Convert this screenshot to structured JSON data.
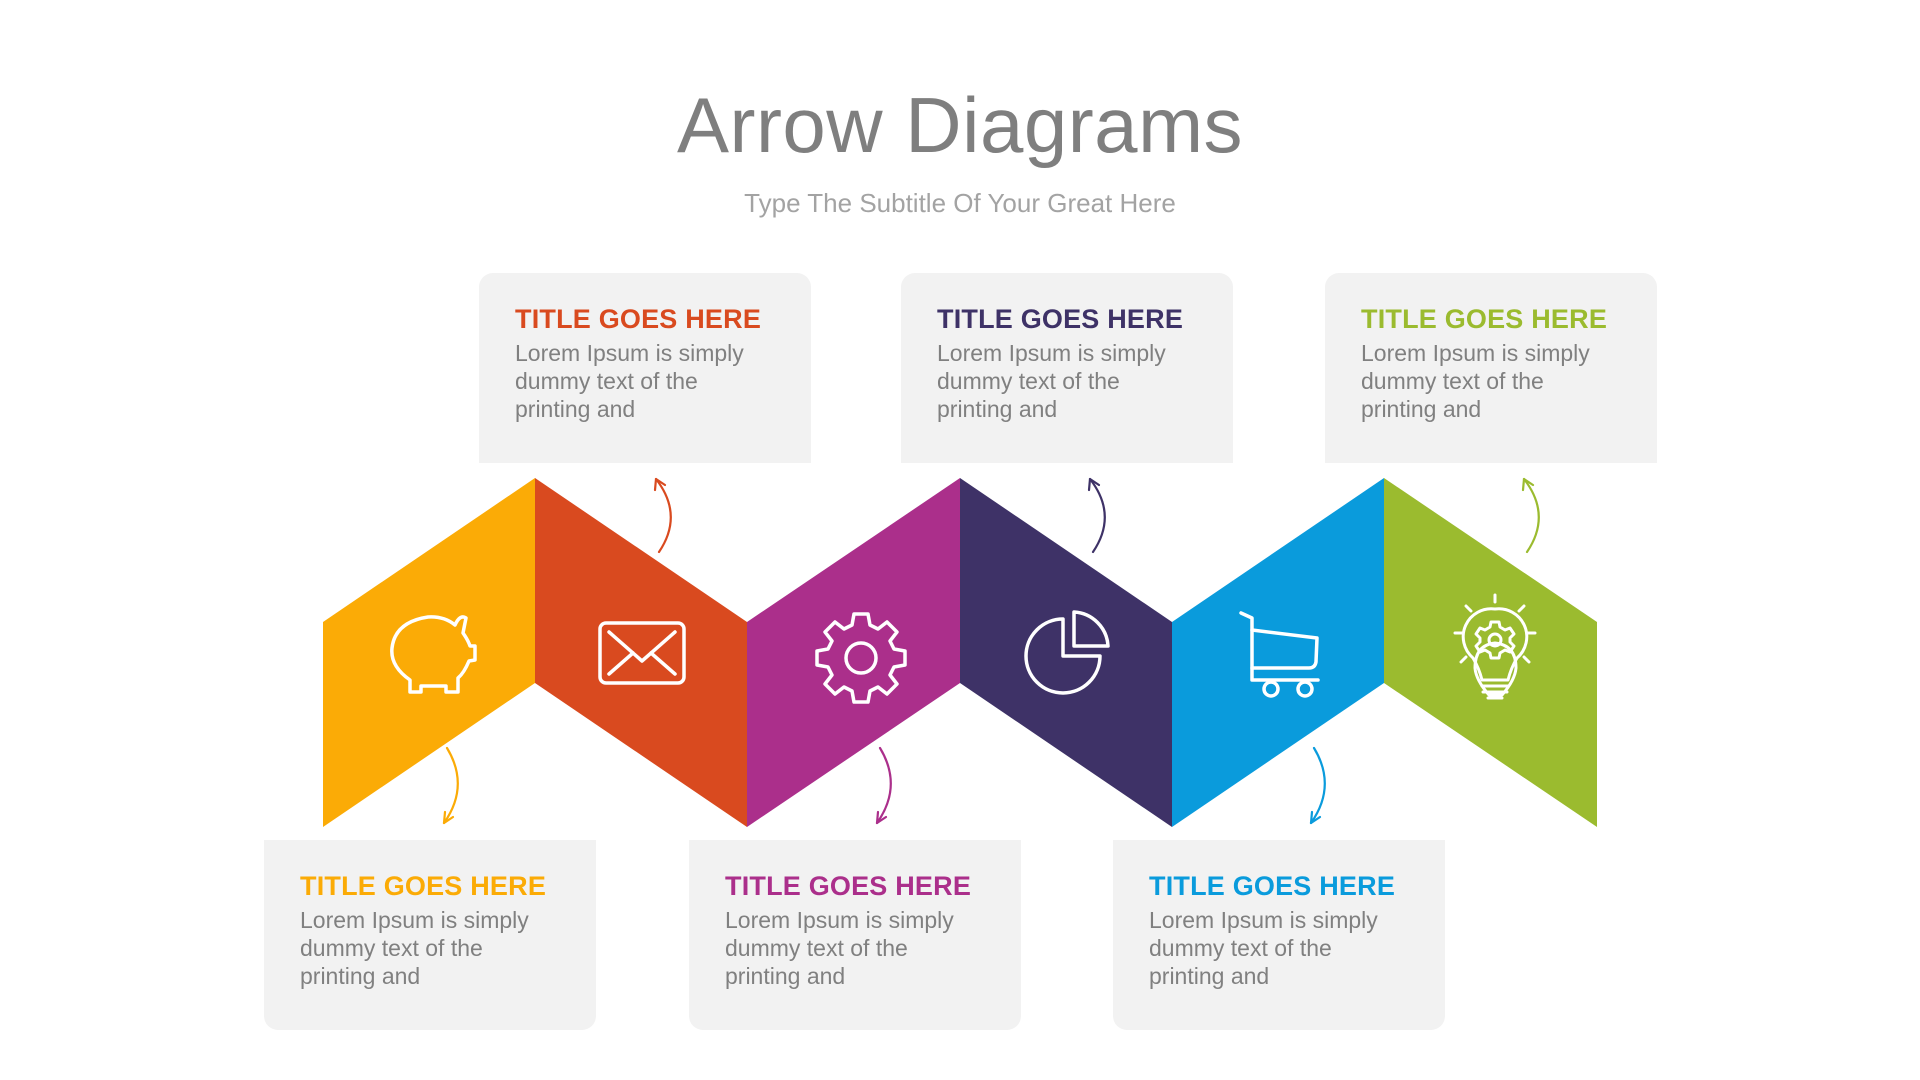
{
  "header": {
    "title": "Arrow Diagrams",
    "subtitle": "Type The Subtitle Of Your Great Here"
  },
  "steps": [
    {
      "id": 1,
      "color": "#fbab06",
      "icon": "piggy-bank-icon",
      "card_position": "bottom",
      "title": "TITLE GOES HERE",
      "body": "Lorem Ipsum is simply dummy text of the printing and"
    },
    {
      "id": 2,
      "color": "#d94a1f",
      "icon": "envelope-icon",
      "card_position": "top",
      "title": "TITLE GOES HERE",
      "body": "Lorem Ipsum is simply dummy text of the printing and"
    },
    {
      "id": 3,
      "color": "#ab2f8b",
      "icon": "gear-icon",
      "card_position": "bottom",
      "title": "TITLE GOES HERE",
      "body": "Lorem Ipsum is simply dummy text of the printing and"
    },
    {
      "id": 4,
      "color": "#3e3267",
      "icon": "pie-chart-icon",
      "card_position": "top",
      "title": "TITLE GOES HERE",
      "body": "Lorem Ipsum is simply dummy text of the printing and"
    },
    {
      "id": 5,
      "color": "#0a9bdc",
      "icon": "shopping-cart-icon",
      "card_position": "bottom",
      "title": "TITLE GOES HERE",
      "body": "Lorem Ipsum is simply dummy text of the printing and"
    },
    {
      "id": 6,
      "color": "#9bbb2f",
      "icon": "lightbulb-gear-icon",
      "card_position": "top",
      "title": "TITLE GOES HERE",
      "body": "Lorem Ipsum is simply dummy text of the printing and"
    }
  ],
  "card_background": "#f2f2f2",
  "body_text_color": "#808080"
}
